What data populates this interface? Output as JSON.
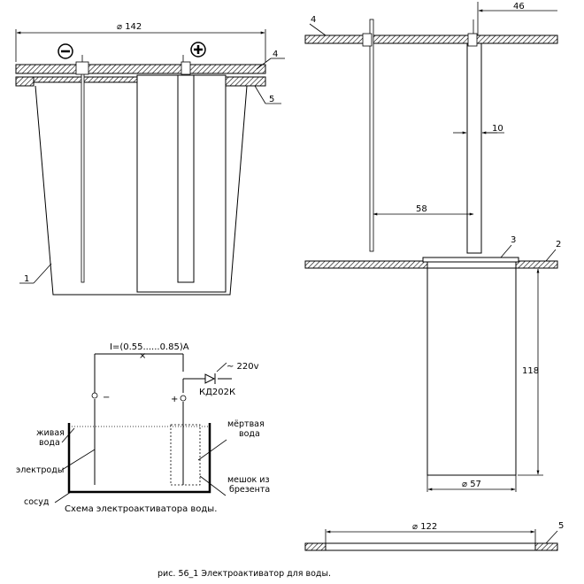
{
  "left_assembly": {
    "diameter_label": "⌀ 142",
    "minus_symbol": "−",
    "plus_symbol": "+",
    "callout_4": "4",
    "callout_5": "5",
    "callout_1": "1"
  },
  "right_assembly": {
    "dim_46": "46",
    "callout_4": "4",
    "dim_10": "10",
    "dim_58": "58",
    "callout_3": "3",
    "callout_2": "2",
    "dim_118": "118",
    "diameter_57": "⌀ 57"
  },
  "ring_part": {
    "diameter_122": "⌀ 122",
    "callout_5": "5"
  },
  "schematic": {
    "current": "I=(0.55......0.85)A",
    "voltage": "~ 220v",
    "minus_terminal": "−",
    "plus_terminal": "+",
    "diode": "КД202К",
    "live_water_1": "живая",
    "live_water_2": "вода",
    "dead_water_1": "мёртвая",
    "dead_water_2": "вода",
    "electrodes": "электроды",
    "bag_1": "мешок из",
    "bag_2": "брезента",
    "vessel": "сосуд",
    "title": "Схема электроактиватора воды."
  },
  "caption": "рис. 56_1  Электроактиватор для воды."
}
